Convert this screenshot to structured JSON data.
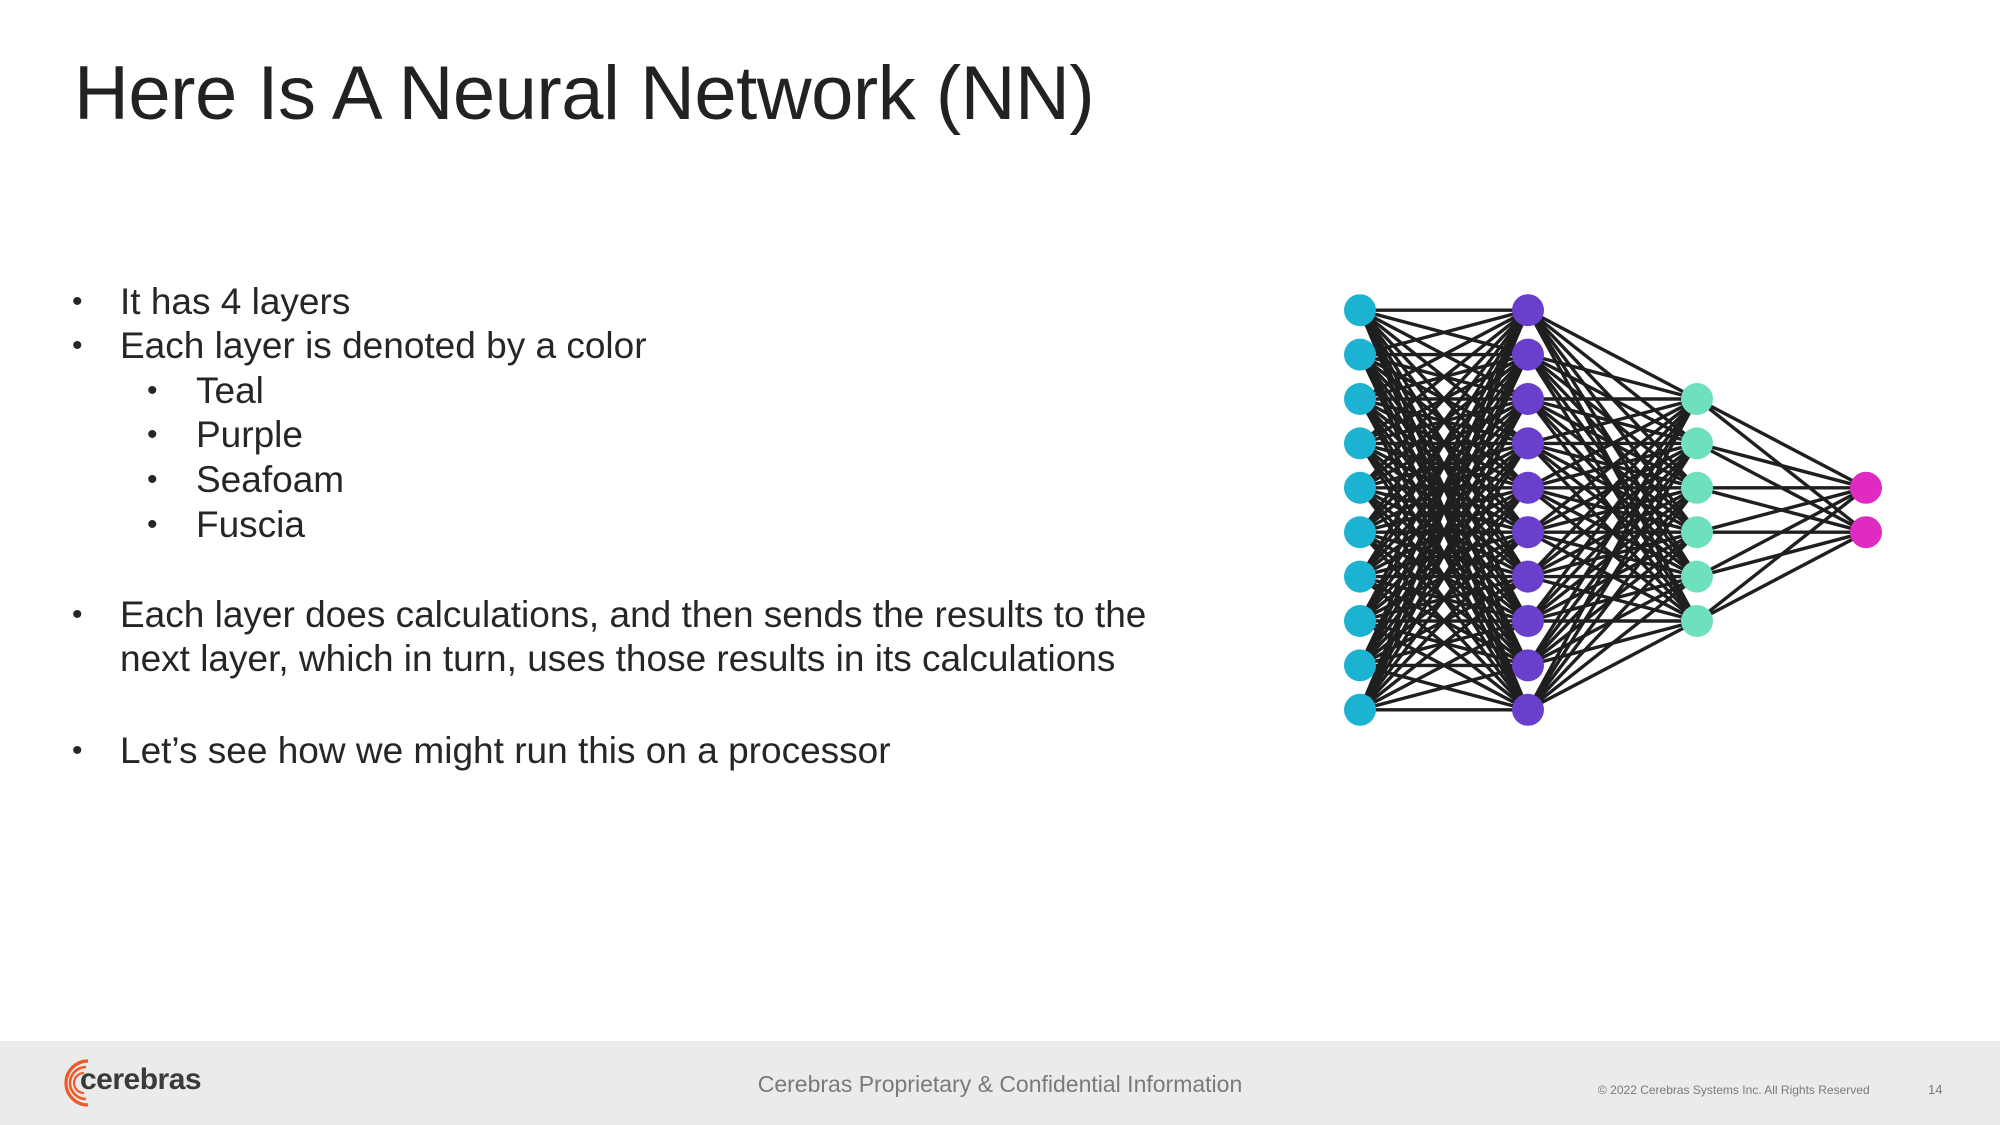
{
  "slide": {
    "title": "Here Is A Neural Network (NN)",
    "bullets": [
      {
        "text": "It has 4 layers",
        "level": 0
      },
      {
        "text": "Each layer is denoted by a color",
        "level": 0
      },
      {
        "text": "Teal",
        "level": 1
      },
      {
        "text": "Purple",
        "level": 1
      },
      {
        "text": "Seafoam",
        "level": 1
      },
      {
        "text": "Fuscia",
        "level": 1
      },
      {
        "text": "Each layer does calculations, and then sends the results to the",
        "level": 0
      },
      {
        "text": "next layer, which in turn, uses those results in its calculations",
        "level": 0
      },
      {
        "text": "Let’s see how we might run this on a processor",
        "level": 0
      }
    ],
    "bullet_glyph": "•"
  },
  "diagram": {
    "type": "neural-network",
    "layers": [
      {
        "name": "Teal",
        "nodes": 10,
        "color": "#1cb3d2"
      },
      {
        "name": "Purple",
        "nodes": 10,
        "color": "#6a3fcc"
      },
      {
        "name": "Seafoam",
        "nodes": 6,
        "color": "#6fe0bd"
      },
      {
        "name": "Fuscia",
        "nodes": 2,
        "color": "#e02bc2"
      }
    ],
    "edge_color": "#1f1f1f"
  },
  "footer": {
    "logo_text": "cerebras",
    "logo_color": "#f05a28",
    "confidential": "Cerebras Proprietary & Confidential Information",
    "copyright": "© 2022 Cerebras Systems Inc. All Rights Reserved",
    "page_number": "14"
  }
}
